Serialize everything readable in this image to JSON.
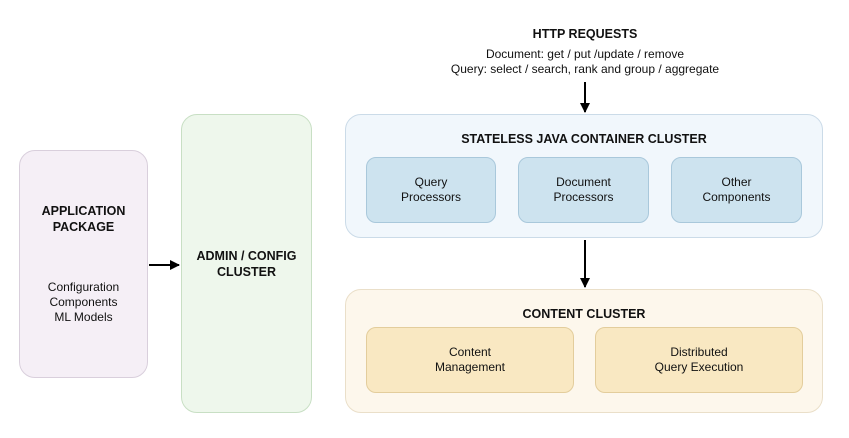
{
  "http": {
    "title": "HTTP REQUESTS",
    "line1": "Document: get / put /update / remove",
    "line2": "Query: select / search, rank and group / aggregate"
  },
  "application_package": {
    "title": "APPLICATION\nPACKAGE",
    "items": [
      "Configuration",
      "Components",
      "ML Models"
    ]
  },
  "admin": {
    "title": "ADMIN / CONFIG\nCLUSTER"
  },
  "container_cluster": {
    "title": "STATELESS JAVA CONTAINER CLUSTER",
    "components": [
      {
        "label": "Query\nProcessors"
      },
      {
        "label": "Document\nProcessors"
      },
      {
        "label": "Other\nComponents"
      }
    ]
  },
  "content_cluster": {
    "title": "CONTENT CLUSTER",
    "components": [
      {
        "label": "Content\nManagement"
      },
      {
        "label": "Distributed\nQuery Execution"
      }
    ]
  },
  "colors": {
    "app_package_fill": "#f5eff6",
    "admin_fill": "#eef7ec",
    "container_fill": "#f1f7fc",
    "container_component_fill": "#cde3ef",
    "content_fill": "#fdf7ec",
    "content_component_fill": "#f9e8c2",
    "arrow": "#000000"
  }
}
